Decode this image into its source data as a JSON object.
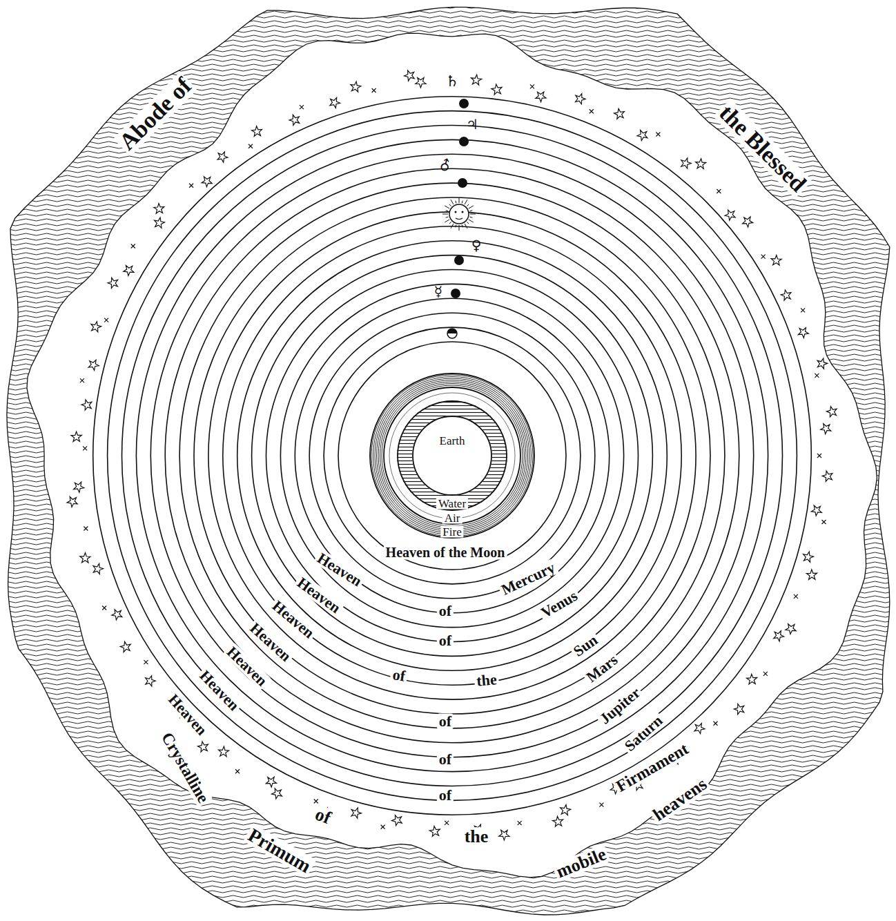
{
  "diagram": {
    "nodes": [
      {
        "text": [
          "Fire"
        ]
      },
      {
        "text": [
          "Air"
        ],
        "in": 0
      },
      {
        "text": [
          "Water"
        ],
        "in": 1
      },
      {
        "text": [
          "Earth"
        ],
        "in": 2
      }
    ],
    "labels": [
      "Abode of",
      "the Blessed",
      "♄",
      "♃",
      "♂",
      "♀",
      "☿",
      "Heaven of the Moon",
      "Heaven",
      "of",
      "Mercury",
      "Heaven",
      "of",
      "Venus",
      "Heaven",
      "Sun",
      "Heaven",
      "of",
      "the",
      "Mars",
      "Heaven",
      "of",
      "Jupiter",
      "Heaven",
      "of",
      "Saturn",
      "Heaven",
      "of",
      "Firmament",
      "Crystalline",
      "of",
      "Primum",
      "the",
      "mobile",
      "heavens"
    ]
  }
}
